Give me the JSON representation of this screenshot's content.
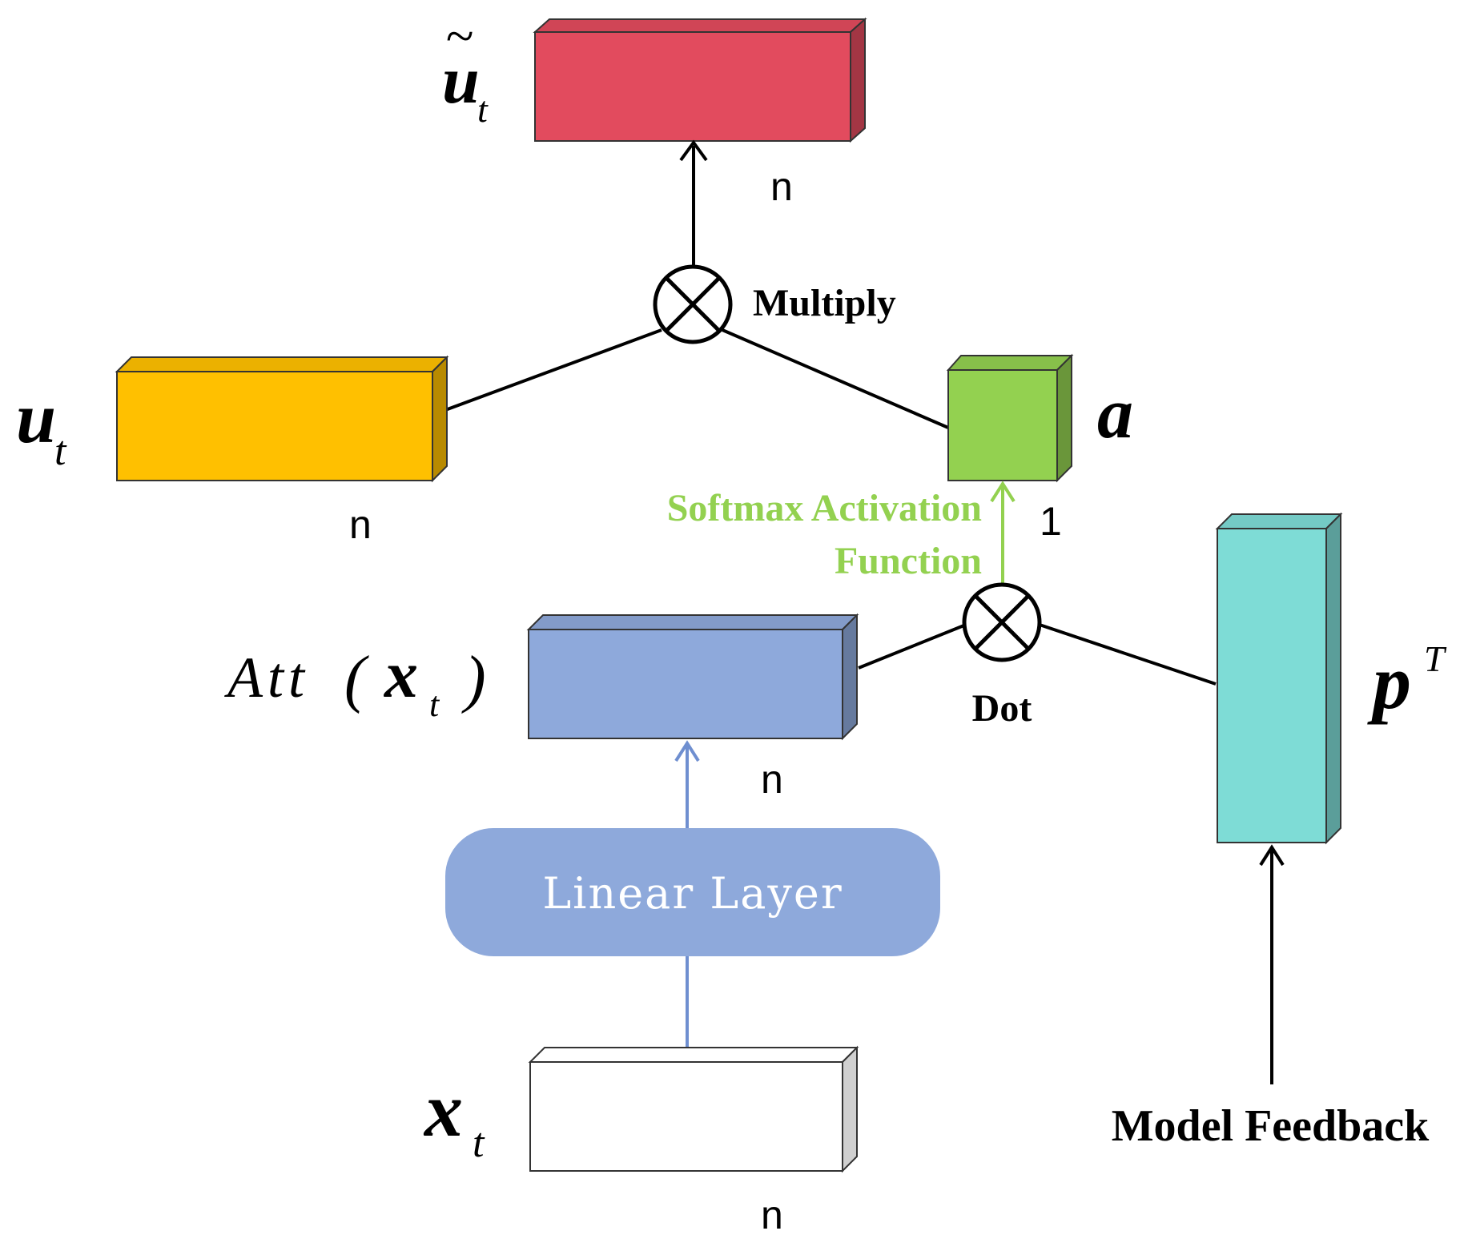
{
  "colors": {
    "output_block": "#e24b5e",
    "input_u_block": "#ffc000",
    "attention_block": "#93d150",
    "att_block": "#8ea9db",
    "pT_block": "#7edcd6",
    "x_block": "#ffffff",
    "linear_layer": "#8ea9db",
    "softmax_arrow": "#93d150",
    "linear_arrow": "#6f8fd0"
  },
  "labels": {
    "u_tilde": {
      "main": "u",
      "sub": "t",
      "accent": "~"
    },
    "u": {
      "main": "u",
      "sub": "t"
    },
    "a": "a",
    "att": {
      "prefix": "Att",
      "open": "(",
      "main": "x",
      "sub": "t",
      "close": ")"
    },
    "x": {
      "main": "x",
      "sub": "t"
    },
    "pT": {
      "main": "p",
      "sup": "T"
    }
  },
  "operations": {
    "multiply": "Multiply",
    "dot": "Dot"
  },
  "dims": {
    "u_tilde": "n",
    "u": "n",
    "a": "1",
    "att": "n",
    "x": "n"
  },
  "softmax": {
    "line1": "Softmax Activation",
    "line2": "Function"
  },
  "linear_layer": "Linear  Layer",
  "model_feedback": "Model Feedback"
}
